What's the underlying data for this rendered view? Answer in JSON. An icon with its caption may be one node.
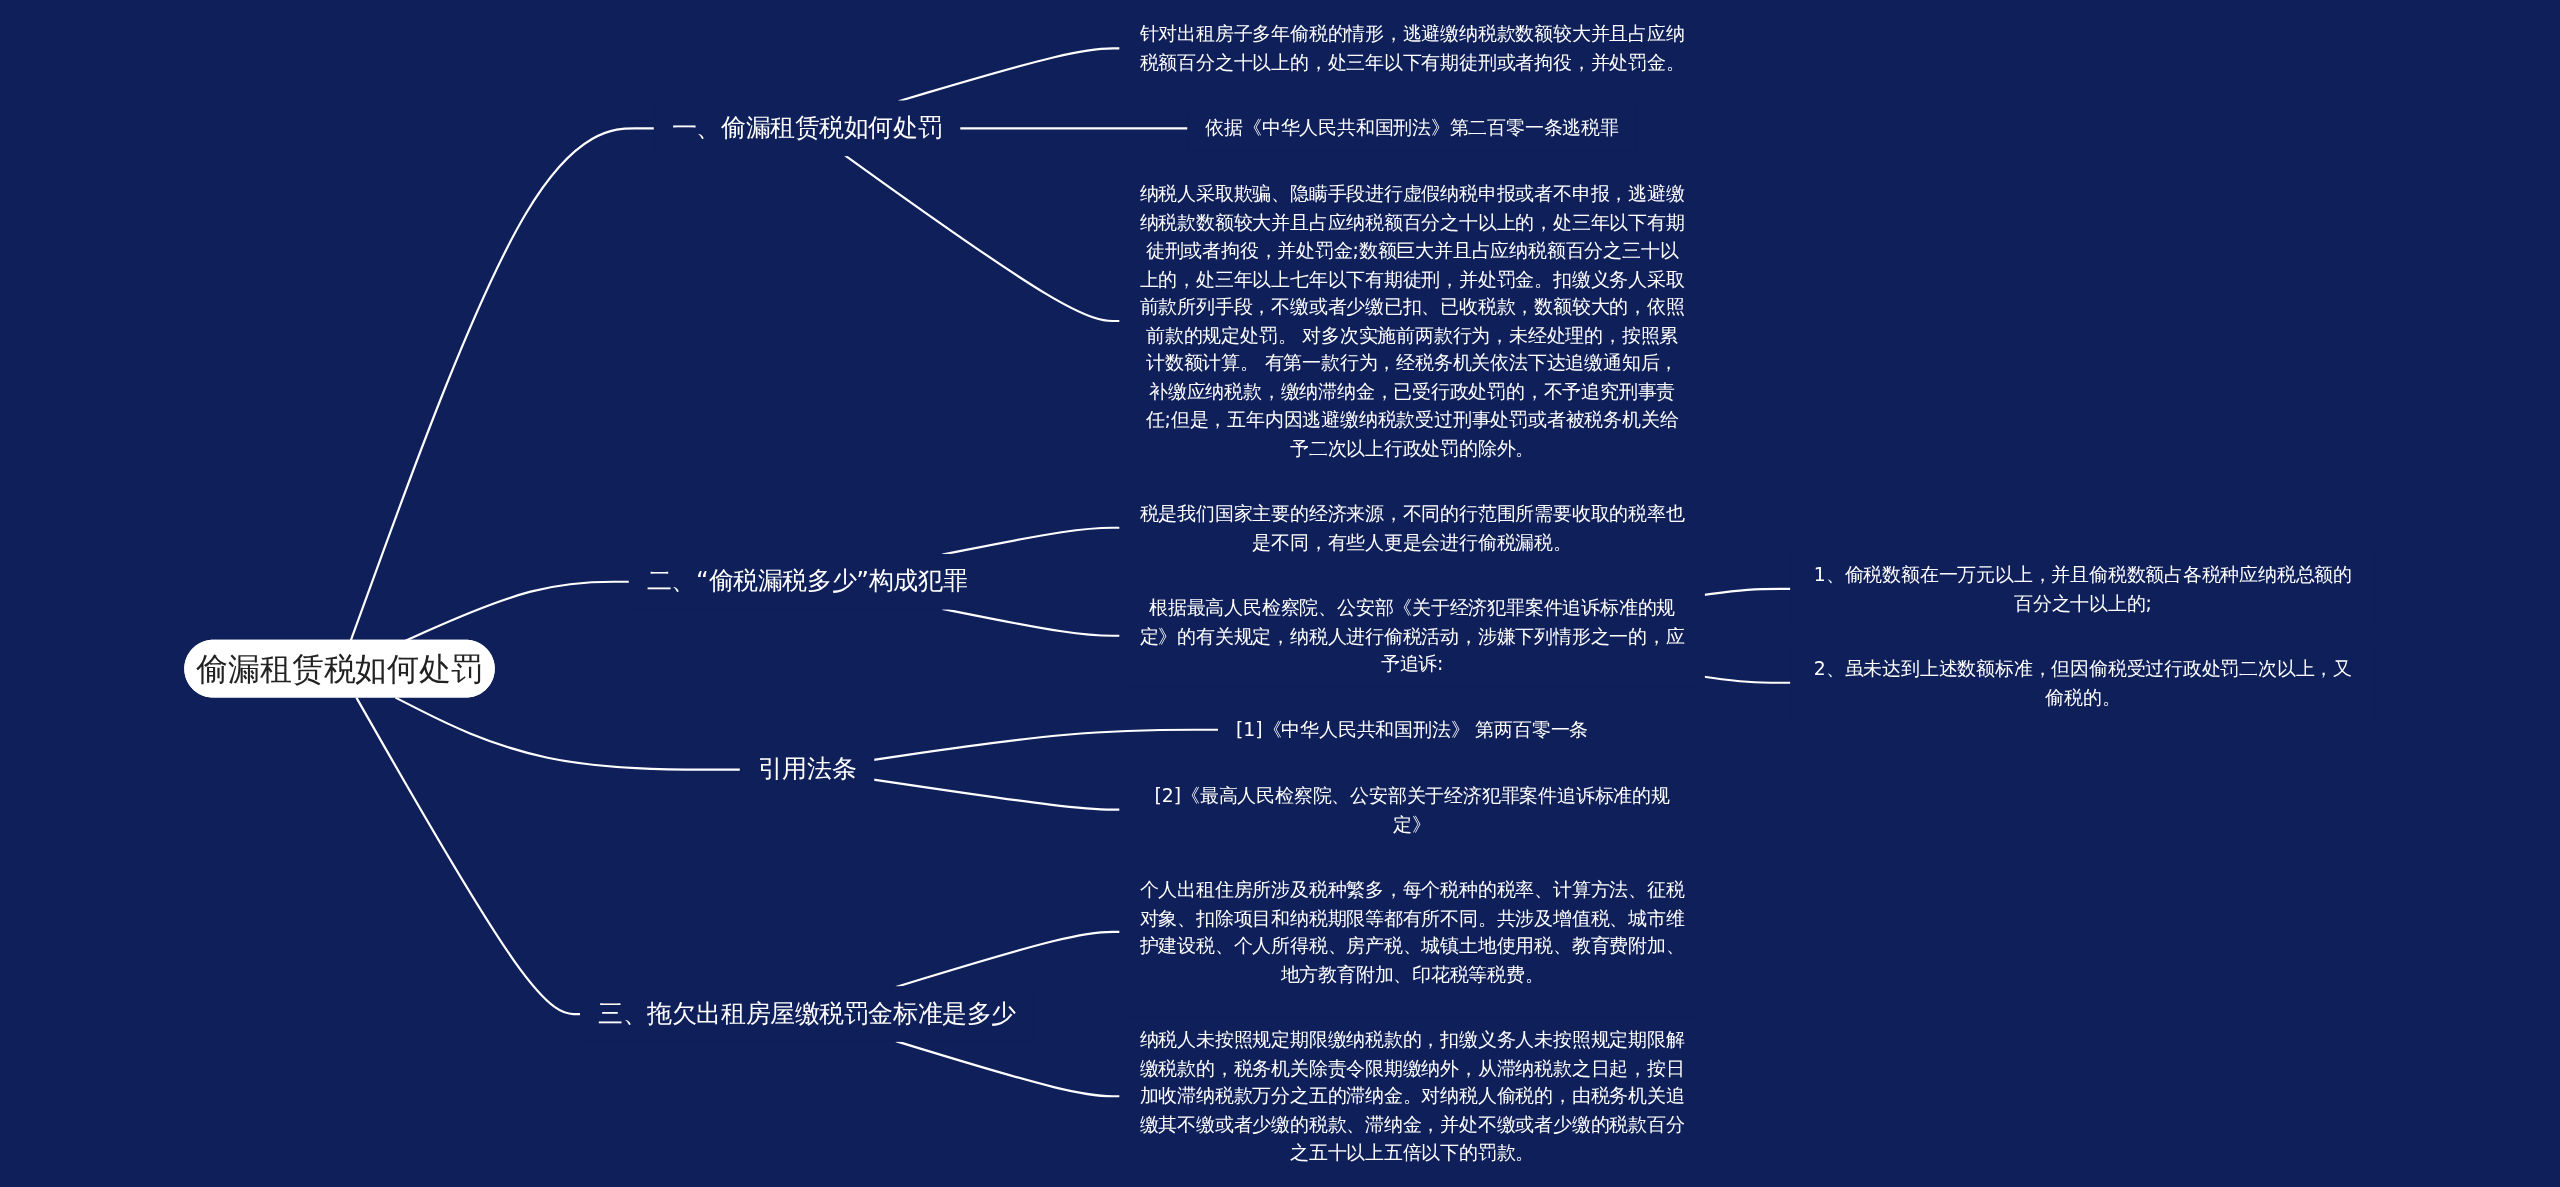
{
  "diagram": {
    "nodes": [
      {
        "text": [
          "偷漏租赁税如何处罚"
        ]
      },
      {
        "text": [
          "一、偷漏租赁税如何处罚"
        ]
      },
      {
        "text": [
          "针对出租房子多年偷税的情形，逃避缴纳税款数额较大并且占应纳税额百分之十以上的，处三年以下有期徒刑或者拘役，并处罚金。"
        ]
      },
      {
        "text": [
          "依据《中华人民共和国刑法》第二百零一条逃税罪"
        ]
      },
      {
        "text": [
          "纳税人采取欺骗、隐瞒手段进行虚假纳税申报或者不申报，逃避缴纳税款数额较大并且占应纳税额百分之十以上的，处三年以下有期徒刑或者拘役，并处罚金;数额巨大并且占应纳税额百分之三十以上的，处三年以上七年以下有期徒刑，并处罚金。扣缴义务人采取前款所列手段，不缴或者少缴已扣、已收税款，数额较大的，依照前款的规定处罚。 对多次实施前两款行为，未经处理的，按照累计数额计算。 有第一款行为，经税务机关依法下达追缴通知后，补缴应纳税款，缴纳滞纳金，已受行政处罚的，不予追究刑事责任;但是，五年内因逃避缴纳税款受过刑事处罚或者被税务机关给予二次以上行政处罚的除外。"
        ]
      },
      {
        "text": [
          "二、“偷税漏税多少”构成犯罪"
        ]
      },
      {
        "text": [
          "税是我们国家主要的经济来源，不同的行范围所需要收取的税率也是不同，有些人更是会进行偷税漏税。"
        ]
      },
      {
        "text": [
          "根据最高人民检察院、公安部《关于经济犯罪案件追诉标准的规定》的有关规定，纳税人进行偷税活动，涉嫌下列情形之一的，应予追诉:"
        ]
      },
      {
        "text": [
          "1、偷税数额在一万元以上，并且偷税数额占各税种应纳税总额的百分之十以上的;"
        ]
      },
      {
        "text": [
          "2、虽未达到上述数额标准，但因偷税受过行政处罚二次以上，又偷税的。"
        ]
      },
      {
        "text": [
          "引用法条"
        ]
      },
      {
        "text": [
          "[1]《中华人民共和国刑法》 第两百零一条"
        ]
      },
      {
        "text": [
          "[2]《最高人民检察院、公安部关于经济犯罪案件追诉标准的规定》"
        ]
      },
      {
        "text": [
          "三、拖欠出租房屋缴税罚金标准是多少"
        ]
      },
      {
        "text": [
          "个人出租住房所涉及税种繁多，每个税种的税率、计算方法、征税对象、扣除项目和纳税期限等都有所不同。共涉及增值税、城市维护建设税、个人所得税、房产税、城镇土地使用税、教育费附加、地方教育附加、印花税等税费。"
        ]
      },
      {
        "text": [
          "纳税人未按照规定期限缴纳税款的，扣缴义务人未按照规定期限解缴税款的，税务机关除责令限期缴纳外，从滞纳税款之日起，按日加收滞纳税款万分之五的滞纳金。对纳税人偷税的，由税务机关追缴其不缴或者少缴的税款、滞纳金，并处不缴或者少缴的税款百分之五十以上五倍以下的罚款。"
        ]
      }
    ],
    "edges": [
      {
        "from": 0,
        "to": 1,
        "arrow": "none"
      },
      {
        "from": 1,
        "to": 2,
        "arrow": "none"
      },
      {
        "from": 1,
        "to": 3,
        "arrow": "none"
      },
      {
        "from": 1,
        "to": 4,
        "arrow": "none"
      },
      {
        "from": 0,
        "to": 5,
        "arrow": "none"
      },
      {
        "from": 5,
        "to": 6,
        "arrow": "none"
      },
      {
        "from": 5,
        "to": 7,
        "arrow": "none"
      },
      {
        "from": 7,
        "to": 8,
        "arrow": "none"
      },
      {
        "from": 7,
        "to": 9,
        "arrow": "none"
      },
      {
        "from": 0,
        "to": 10,
        "arrow": "none"
      },
      {
        "from": 10,
        "to": 11,
        "arrow": "none"
      },
      {
        "from": 10,
        "to": 12,
        "arrow": "none"
      },
      {
        "from": 0,
        "to": 13,
        "arrow": "none"
      },
      {
        "from": 13,
        "to": 14,
        "arrow": "none"
      },
      {
        "from": 13,
        "to": 15,
        "arrow": "none"
      }
    ]
  }
}
